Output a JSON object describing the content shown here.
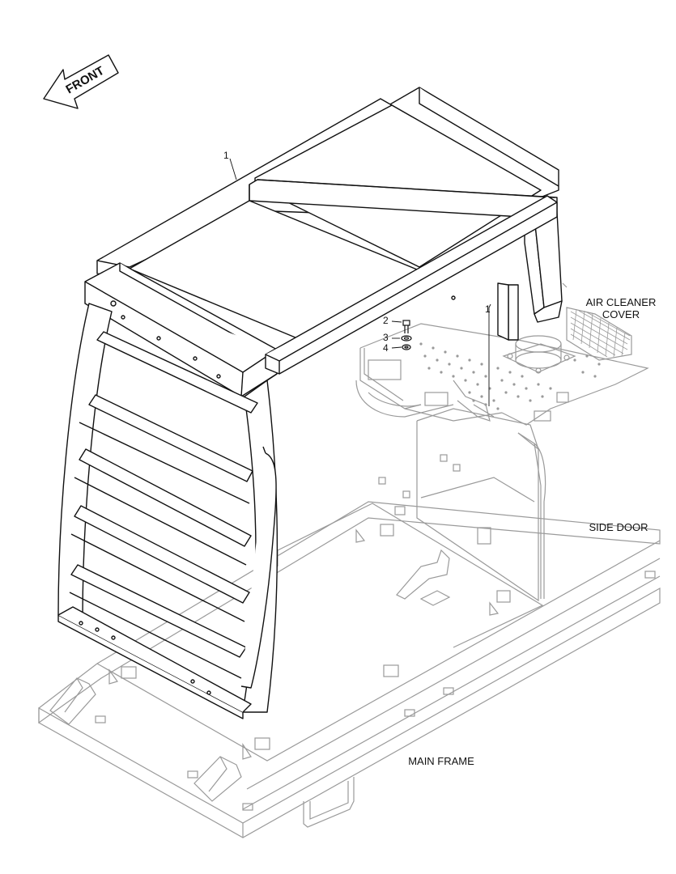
{
  "diagram": {
    "front_arrow": {
      "label": "FRONT",
      "icon": "front-direction-arrow-icon"
    },
    "parts": [
      {
        "id": "1",
        "label": "1"
      },
      {
        "id": "2",
        "label": "2"
      },
      {
        "id": "3",
        "label": "3"
      },
      {
        "id": "4",
        "label": "4"
      }
    ],
    "part_1_right": "1",
    "context_labels": {
      "air_cleaner_cover": "AIR CLEANER\nCOVER",
      "side_door": "SIDE DOOR",
      "main_frame": "MAIN FRAME"
    },
    "colors": {
      "ink": "#111111",
      "ghost": "#9a9a9a"
    }
  }
}
